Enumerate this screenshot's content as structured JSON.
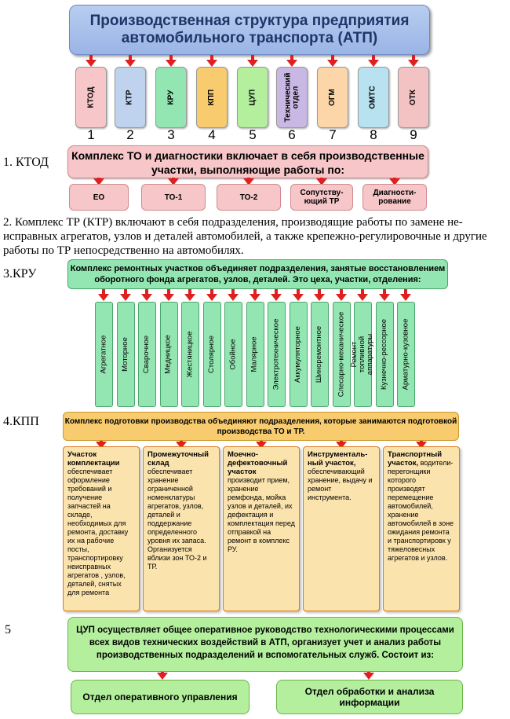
{
  "title": "Производственная структура предприятия автомобильного транспорта (АТП)",
  "departments": [
    {
      "label": "КТОД",
      "num": "1",
      "color": "#f6c6c8"
    },
    {
      "label": "КТР",
      "num": "2",
      "color": "#bfd3ee"
    },
    {
      "label": "КРУ",
      "num": "3",
      "color": "#93e6b2"
    },
    {
      "label": "КПП",
      "num": "4",
      "color": "#f8cc6e"
    },
    {
      "label": "ЦУП",
      "num": "5",
      "color": "#b4ef9e"
    },
    {
      "label": "Технический отдел",
      "num": "6",
      "color": "#c9b7e4"
    },
    {
      "label": "ОГМ",
      "num": "7",
      "color": "#fcd6a8"
    },
    {
      "label": "ОМТС",
      "num": "8",
      "color": "#b8e2f0"
    },
    {
      "label": "ОТК",
      "num": "9",
      "color": "#f3c2c2"
    }
  ],
  "ktod": {
    "label": "1. КТОД",
    "main": "Комплекс ТО и диагностики включает в себя производственные участки, выполняющие работы по:",
    "items": [
      "ЕО",
      "ТО-1",
      "ТО-2",
      "Сопутству-ющий ТР",
      "Диагности-рование"
    ]
  },
  "ktr": {
    "text": "2. Комплекс ТР (КТР) включают в себя подразделения, производящие работы по замене не-исправных агрегатов, узлов и деталей автомобилей, а также крепежно-регулировочные и другие работы по ТР непосредственно на автомобилях."
  },
  "kru": {
    "label": "3.КРУ",
    "main": "Комплекс ремонтных участков объединяет подразделения, занятые восстановлением оборотного фонда агрегатов, узлов, деталей. Это цеха, участки, отделения:",
    "items": [
      "Агрегатное",
      "Моторное",
      "Сварочное",
      "Медницкое",
      "Жестяницкое",
      "Столярное",
      "Обойное",
      "Малярное",
      "Электротехническое",
      "Аккумуляторное",
      "Шиноремонтное",
      "Слесарно-механическое",
      "Ремонт топливной аппаратуры",
      "Кузнечно-рессорное",
      "Арматурно-кузовное"
    ]
  },
  "kpp": {
    "label": "4.КПП",
    "main": "Комплекс подготовки производства объединяют подразделения, которые занимаются подготовкой производства ТО и ТР.",
    "items": [
      {
        "head": "Участок комплектации",
        "body": "обеспечивает оформление требований и получение запчастей на складе, необходимых для ремонта, доставку их на рабочие посты, транспортировку неисправных агрегатов , узлов, деталей, снятых для ремонта"
      },
      {
        "head": "Промежуточный склад",
        "body": "обеспечивает хранение ограниченной номенклатуры агрегатов, узлов, деталей и поддержание определенного уровня их запаса. Организуется вблизи зон ТО-2 и ТР."
      },
      {
        "head": "Моечно-дефектовочный участок",
        "body": "производит прием, хранение ремфонда, мойка узлов и деталей, их дефектация и комплектация перед отправкой на ремонт в комплекс РУ."
      },
      {
        "head": "Инструменталь-ный участок,",
        "body": "обеспечивающий хранение, выдачу и ремонт инструмента."
      },
      {
        "head": "Транспортный участок,",
        "body": "водители-перегонщики которого производят перемещение автомобилей, хранение автомобилей в зоне ожидания ремонта и транспортировк у тяжеловесных агрегатов и узлов."
      }
    ]
  },
  "cup": {
    "label": "5",
    "main": "ЦУП осуществляет общее оперативное руководство технологическими процессами всех видов технических воздействий в АТП, организует учет и анализ работы производственных подразделений и вспомогательных служб. Состоит из:",
    "items": [
      "Отдел оперативного управления",
      "Отдел обработки и анализа информации"
    ]
  }
}
